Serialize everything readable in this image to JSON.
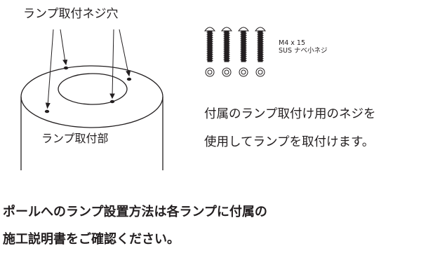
{
  "diagram": {
    "hole_label": "ランプ取付ネジ穴",
    "mount_label": "ランプ取付部",
    "screw_spec": [
      "M4 x 15",
      "SUS ナベ小ネジ"
    ],
    "description": [
      "付属のランプ取付け用のネジを",
      "使用してランプを取付けます。"
    ]
  },
  "footer": {
    "lines": [
      "ポールへのランプ設置方法は各ランプに付属の",
      "施工説明書をご確認ください。"
    ]
  },
  "colors": {
    "line": "#231f20",
    "background": "#ffffff"
  },
  "icons": {
    "screw": "screw-icon",
    "washer": "washer-icon"
  }
}
